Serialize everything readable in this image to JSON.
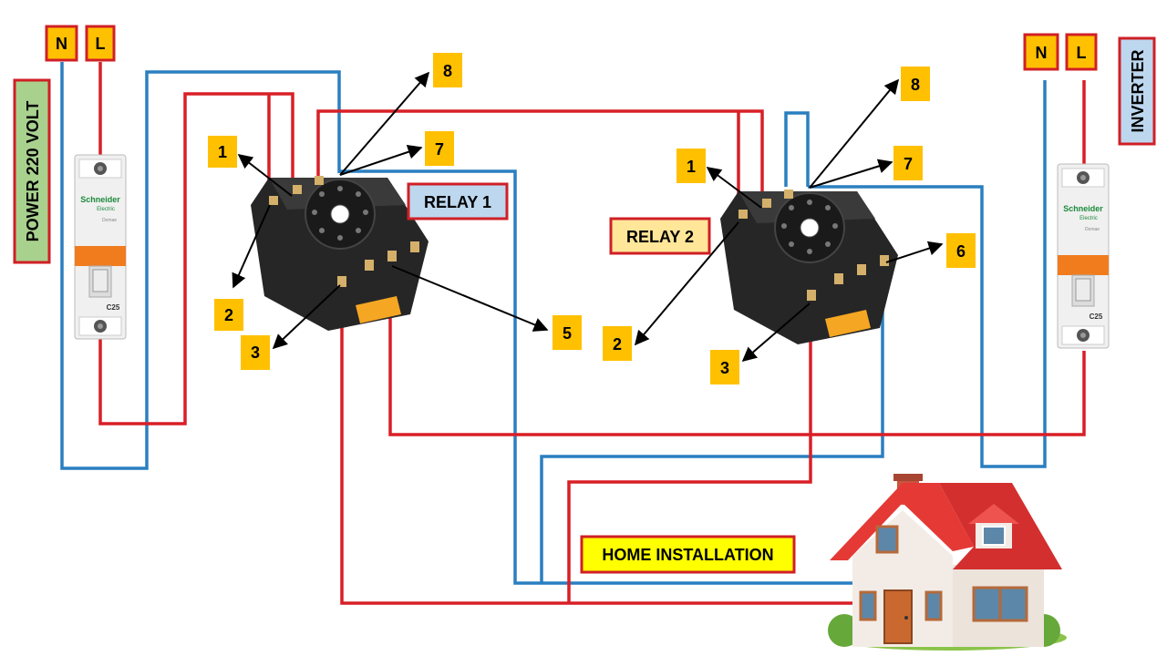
{
  "colors": {
    "live_wire": "#d91f26",
    "neutral_wire": "#2a7fc0",
    "pin_label_bg": "#ffc000",
    "box_border": "#d01f26",
    "relay_label_bg": "#bdd7ee",
    "relay2_label_bg": "#ffe699",
    "power_label_bg": "#a9d18e",
    "inverter_label_bg": "#bdd7ee",
    "home_label_bg": "#ffff00"
  },
  "labels": {
    "left_n": "N",
    "left_l": "L",
    "right_n": "N",
    "right_l": "L",
    "power": "POWER 220 VOLT",
    "inverter": "INVERTER",
    "relay1": "RELAY 1",
    "relay2": "RELAY 2",
    "home": "HOME INSTALLATION"
  },
  "breakers": [
    {
      "brand": "Schneider",
      "sub": "Electric",
      "series": "Domae",
      "rating": "C25"
    },
    {
      "brand": "Schneider",
      "sub": "Electric",
      "series": "Domae",
      "rating": "C25"
    }
  ],
  "relay1_pins": {
    "p1": "1",
    "p2": "2",
    "p3": "3",
    "p5": "5",
    "p7": "7",
    "p8": "8"
  },
  "relay2_pins": {
    "p1": "1",
    "p2": "2",
    "p3": "3",
    "p6": "6",
    "p7": "7",
    "p8": "8"
  },
  "icons": {
    "breaker": "circuit-breaker-icon",
    "relay_base": "relay-socket-icon",
    "house": "house-icon"
  }
}
